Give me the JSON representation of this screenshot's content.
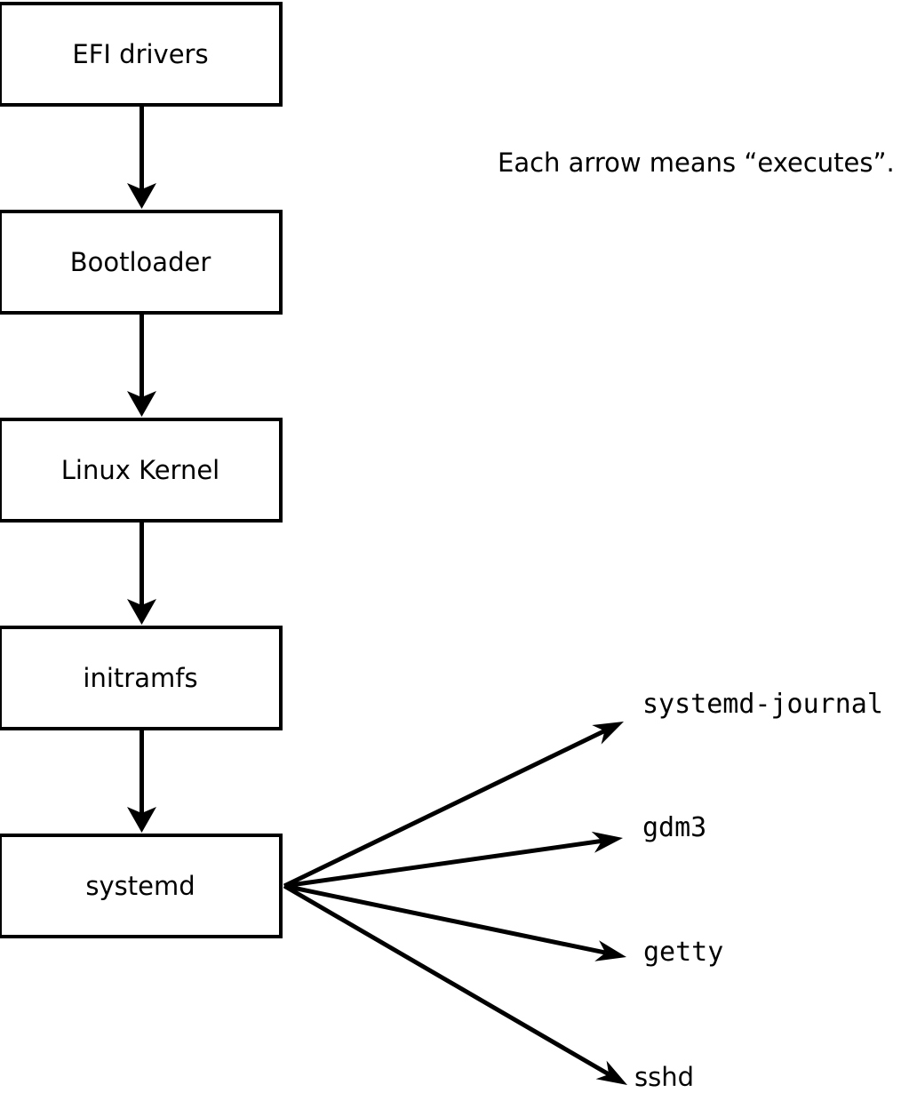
{
  "diagram": {
    "annotation": "Each arrow means “executes”.",
    "edge_meaning": "executes",
    "chain": [
      {
        "label": "EFI drivers"
      },
      {
        "label": "Bootloader"
      },
      {
        "label": "Linux Kernel"
      },
      {
        "label": "initramfs"
      },
      {
        "label": "systemd"
      }
    ],
    "targets": [
      {
        "label": "systemd-journal"
      },
      {
        "label": "gdm3"
      },
      {
        "label": "getty"
      },
      {
        "label": "sshd"
      }
    ],
    "colors": {
      "line": "#000000",
      "box_fill": "#ffffff",
      "box_border": "#000000",
      "text": "#000000",
      "background": "#ffffff"
    }
  }
}
